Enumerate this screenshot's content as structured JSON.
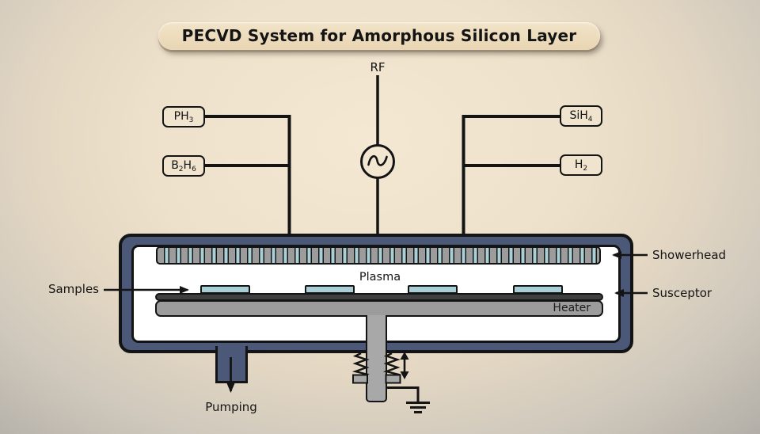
{
  "title": "PECVD System for Amorphous Silicon Layer",
  "rf": {
    "label": "RF"
  },
  "gases": {
    "ph3": {
      "p0": "PH",
      "s0": "3"
    },
    "b2h6": {
      "p0": "B",
      "s0": "2",
      "p1": "H",
      "s1": "6"
    },
    "sih4": {
      "p0": "SiH",
      "s0": "4"
    },
    "h2": {
      "p0": "H",
      "s0": "2"
    }
  },
  "chamber": {
    "plasma_label": "Plasma",
    "heater_label": "Heater",
    "sample_count": 4
  },
  "labels": {
    "samples": "Samples",
    "showerhead": "Showerhead",
    "susceptor": "Susceptor",
    "pumping": "Pumping"
  },
  "icons": {
    "rf_source": "circle-with-sine-wave",
    "ground": "earth-ground-three-bars",
    "springs": "zigzag-coil",
    "vertical_motion": "double-headed-arrow"
  },
  "colors": {
    "chamber_wall": "#4b5878",
    "chamber_interior": "#ffffff",
    "showerhead_gray": "#9c9c9c",
    "slot_teal": "#a9cfd7",
    "sample_teal": "#a9ced6",
    "susceptor_dark": "#3f3f3f",
    "heater_gray": "#9c9c9c",
    "pedestal_gray": "#a8a8a8",
    "title_bg": "#ecdcbe",
    "line_black": "#141414",
    "background_beige": "#eee1cb"
  }
}
